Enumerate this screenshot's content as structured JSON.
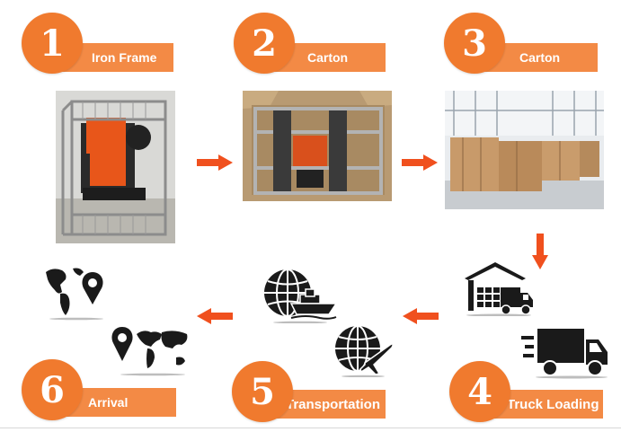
{
  "steps": [
    {
      "number": "1",
      "label": "Iron Frame"
    },
    {
      "number": "2",
      "label": "Carton"
    },
    {
      "number": "3",
      "label": "Carton"
    },
    {
      "number": "4",
      "label": "Truck Loading"
    },
    {
      "number": "5",
      "label": "Transportation"
    },
    {
      "number": "6",
      "label": "Arrival"
    }
  ],
  "colors": {
    "accent": "#f07a2e",
    "label_bg": "#f38a45",
    "arrow": "#f0501e"
  },
  "icons": [
    "warehouse-truck-icon",
    "delivery-truck-icon",
    "globe-ship-icon",
    "globe-plane-icon",
    "world-map-pin-icon",
    "map-pin-world-icon"
  ]
}
